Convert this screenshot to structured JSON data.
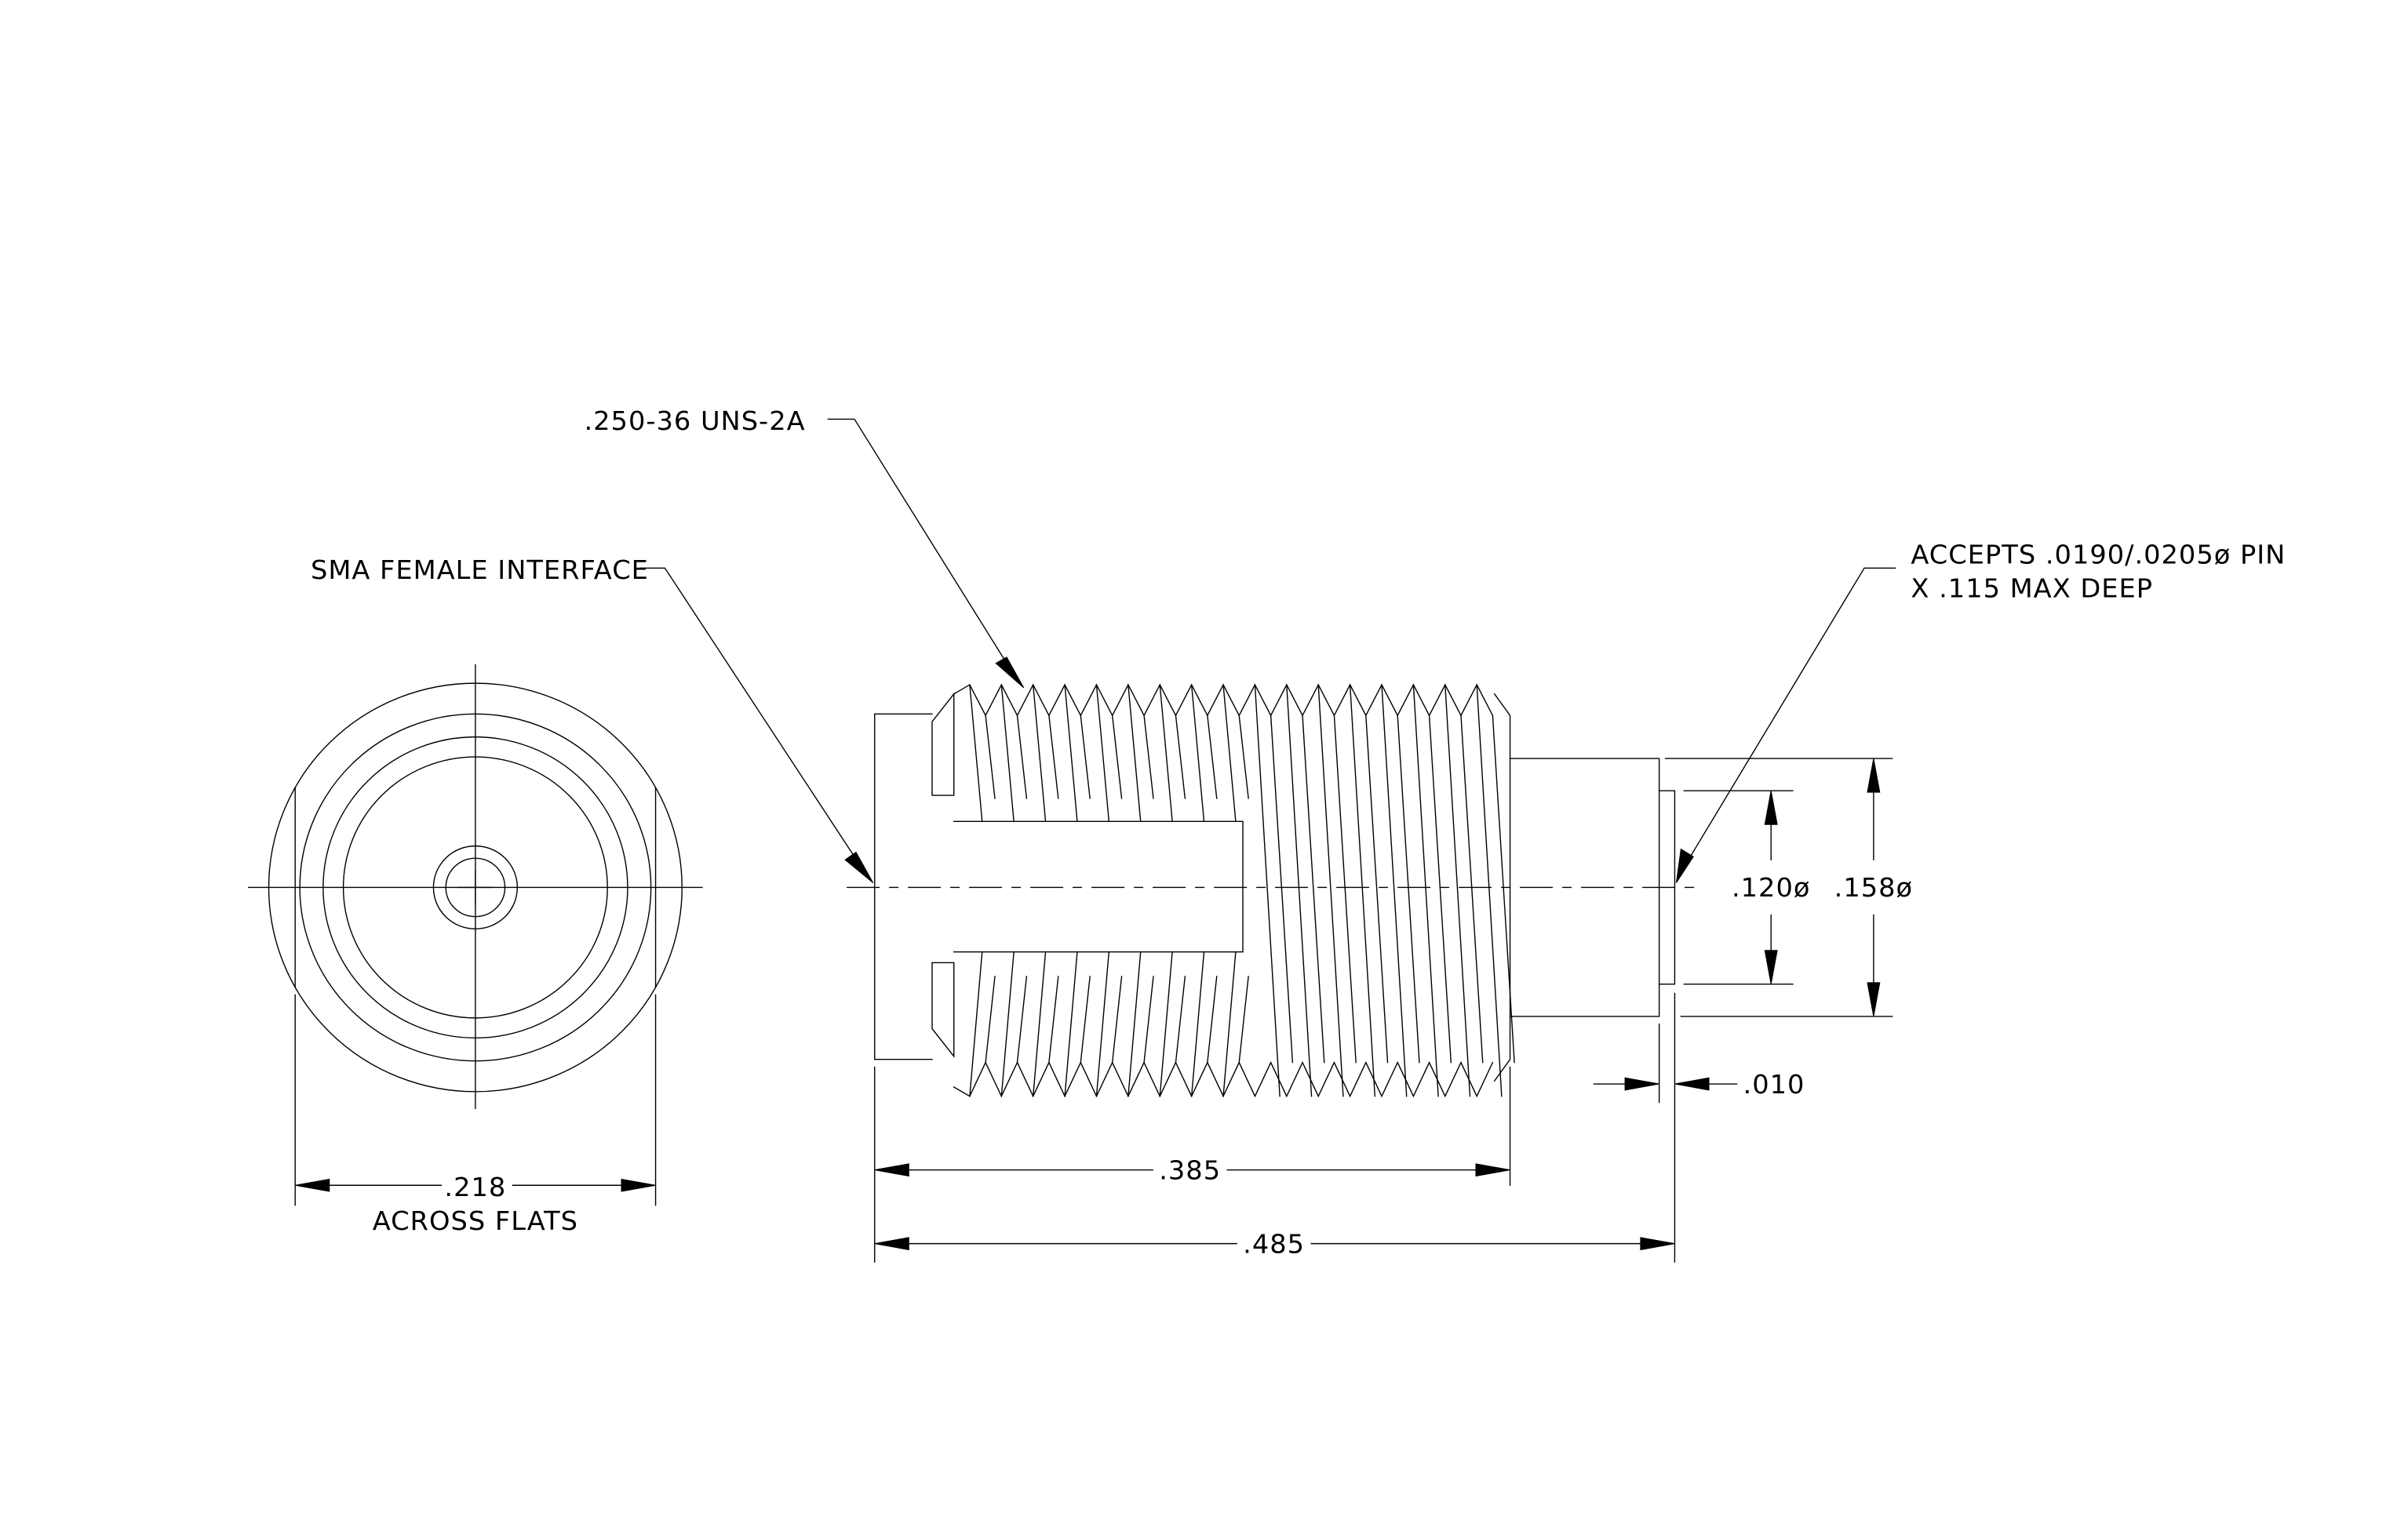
{
  "diagram": {
    "callouts": {
      "thread_spec": ".250-36 UNS-2A",
      "interface": "SMA FEMALE INTERFACE",
      "pin_line1": "ACCEPTS .0190/.0205ø PIN",
      "pin_line2": "X .115 MAX DEEP"
    },
    "dimensions": {
      "across_flats_value": ".218",
      "across_flats_text": "ACROSS FLATS",
      "thread_length": ".385",
      "overall_length": ".485",
      "shoulder_gap": ".010",
      "inner_diameter": ".120ø",
      "outer_diameter": ".158ø"
    }
  }
}
